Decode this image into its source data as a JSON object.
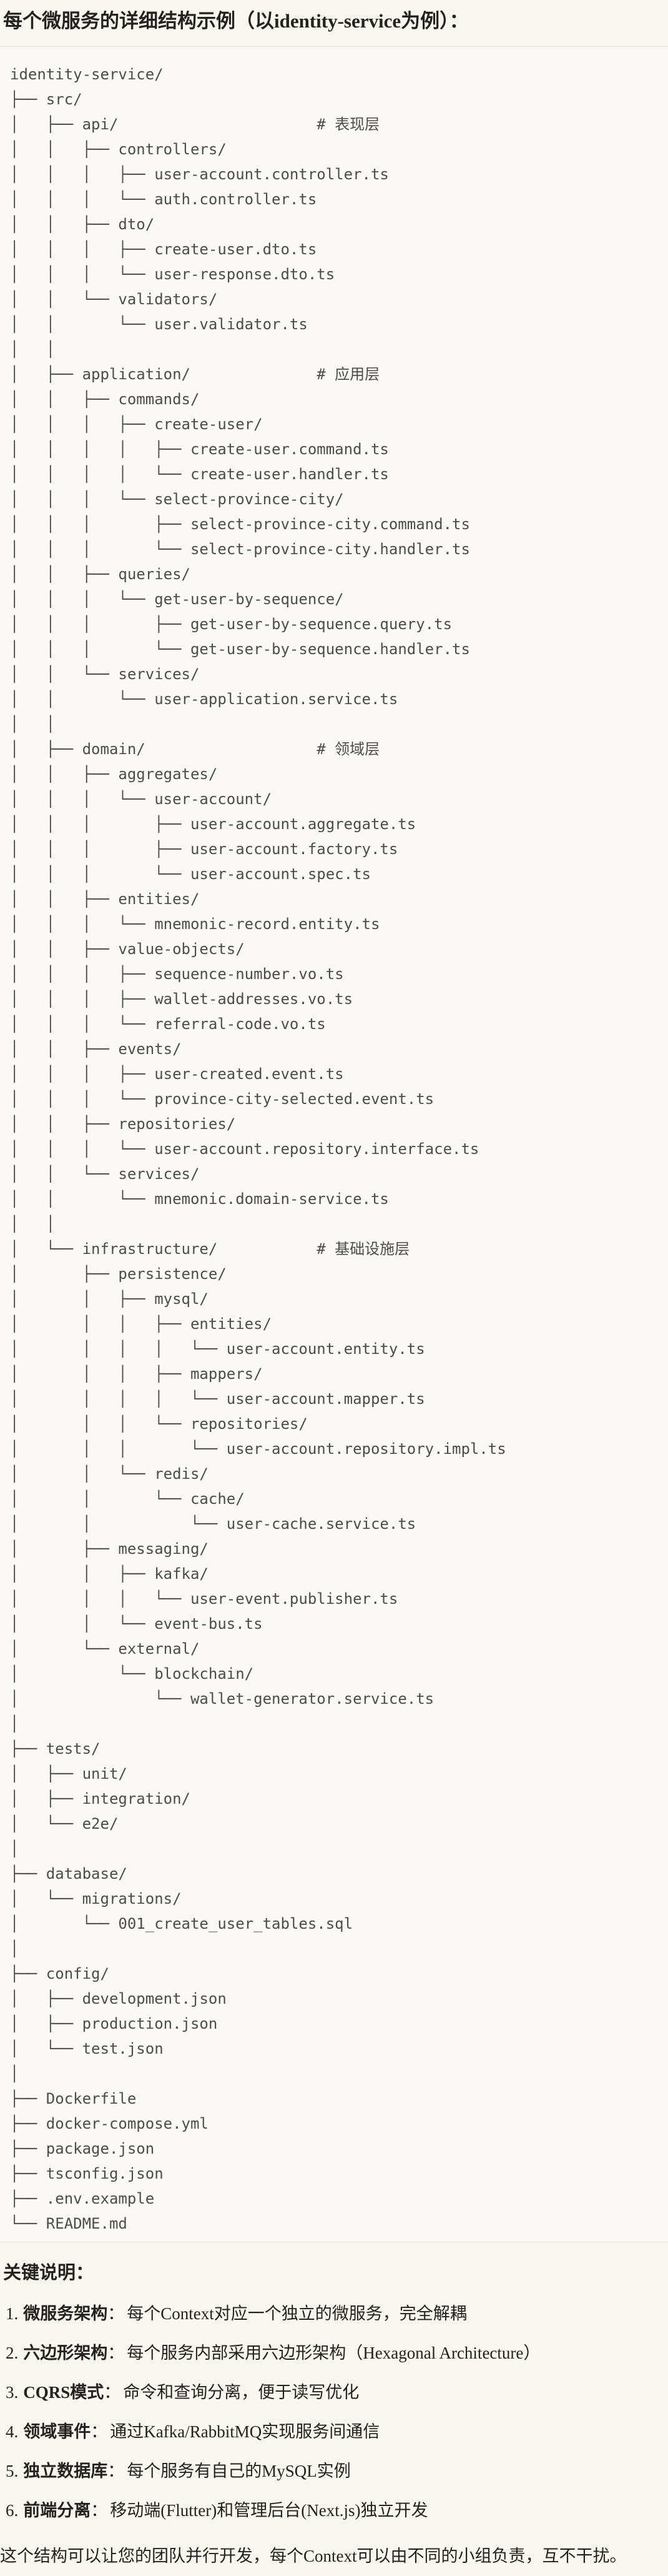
{
  "page": {
    "title_heading": "每个微服务的详细结构示例（以identity-service为例）：",
    "notes_heading": "关键说明：",
    "closing_paragraph": "这个结构可以让您的团队并行开发，每个Context可以由不同的小组负责，互不干扰。"
  },
  "tree": {
    "root": "identity-service/",
    "layer_comments": [
      "# 表现层",
      "# 应用层",
      "# 领域层",
      "# 基础设施层"
    ],
    "lines": [
      "identity-service/",
      "├── src/",
      "│   ├── api/                      # 表现层",
      "│   │   ├── controllers/",
      "│   │   │   ├── user-account.controller.ts",
      "│   │   │   └── auth.controller.ts",
      "│   │   ├── dto/",
      "│   │   │   ├── create-user.dto.ts",
      "│   │   │   └── user-response.dto.ts",
      "│   │   └── validators/",
      "│   │       └── user.validator.ts",
      "│   │",
      "│   ├── application/              # 应用层",
      "│   │   ├── commands/",
      "│   │   │   ├── create-user/",
      "│   │   │   │   ├── create-user.command.ts",
      "│   │   │   │   └── create-user.handler.ts",
      "│   │   │   └── select-province-city/",
      "│   │   │       ├── select-province-city.command.ts",
      "│   │   │       └── select-province-city.handler.ts",
      "│   │   ├── queries/",
      "│   │   │   └── get-user-by-sequence/",
      "│   │   │       ├── get-user-by-sequence.query.ts",
      "│   │   │       └── get-user-by-sequence.handler.ts",
      "│   │   └── services/",
      "│   │       └── user-application.service.ts",
      "│   │",
      "│   ├── domain/                   # 领域层",
      "│   │   ├── aggregates/",
      "│   │   │   └── user-account/",
      "│   │   │       ├── user-account.aggregate.ts",
      "│   │   │       ├── user-account.factory.ts",
      "│   │   │       └── user-account.spec.ts",
      "│   │   ├── entities/",
      "│   │   │   └── mnemonic-record.entity.ts",
      "│   │   ├── value-objects/",
      "│   │   │   ├── sequence-number.vo.ts",
      "│   │   │   ├── wallet-addresses.vo.ts",
      "│   │   │   └── referral-code.vo.ts",
      "│   │   ├── events/",
      "│   │   │   ├── user-created.event.ts",
      "│   │   │   └── province-city-selected.event.ts",
      "│   │   ├── repositories/",
      "│   │   │   └── user-account.repository.interface.ts",
      "│   │   └── services/",
      "│   │       └── mnemonic.domain-service.ts",
      "│   │",
      "│   └── infrastructure/           # 基础设施层",
      "│       ├── persistence/",
      "│       │   ├── mysql/",
      "│       │   │   ├── entities/",
      "│       │   │   │   └── user-account.entity.ts",
      "│       │   │   ├── mappers/",
      "│       │   │   │   └── user-account.mapper.ts",
      "│       │   │   └── repositories/",
      "│       │   │       └── user-account.repository.impl.ts",
      "│       │   └── redis/",
      "│       │       └── cache/",
      "│       │           └── user-cache.service.ts",
      "│       ├── messaging/",
      "│       │   ├── kafka/",
      "│       │   │   └── user-event.publisher.ts",
      "│       │   └── event-bus.ts",
      "│       └── external/",
      "│           └── blockchain/",
      "│               └── wallet-generator.service.ts",
      "│",
      "├── tests/",
      "│   ├── unit/",
      "│   ├── integration/",
      "│   └── e2e/",
      "│",
      "├── database/",
      "│   └── migrations/",
      "│       └── 001_create_user_tables.sql",
      "│",
      "├── config/",
      "│   ├── development.json",
      "│   ├── production.json",
      "│   └── test.json",
      "│",
      "├── Dockerfile",
      "├── docker-compose.yml",
      "├── package.json",
      "├── tsconfig.json",
      "├── .env.example",
      "└── README.md"
    ]
  },
  "notes": {
    "items": [
      {
        "number": "1.",
        "term": "微服务架构",
        "separator": "：",
        "description": "每个Context对应一个独立的微服务，完全解耦"
      },
      {
        "number": "2.",
        "term": "六边形架构",
        "separator": "：",
        "description": "每个服务内部采用六边形架构（Hexagonal Architecture）"
      },
      {
        "number": "3.",
        "term": "CQRS模式",
        "separator": "：",
        "description": "命令和查询分离，便于读写优化"
      },
      {
        "number": "4.",
        "term": "领域事件",
        "separator": "：",
        "description": "通过Kafka/RabbitMQ实现服务间通信"
      },
      {
        "number": "5.",
        "term": "独立数据库",
        "separator": "：",
        "description": "每个服务有自己的MySQL实例"
      },
      {
        "number": "6.",
        "term": "前端分离",
        "separator": "：",
        "description": "移动端(Flutter)和管理后台(Next.js)独立开发"
      }
    ]
  }
}
